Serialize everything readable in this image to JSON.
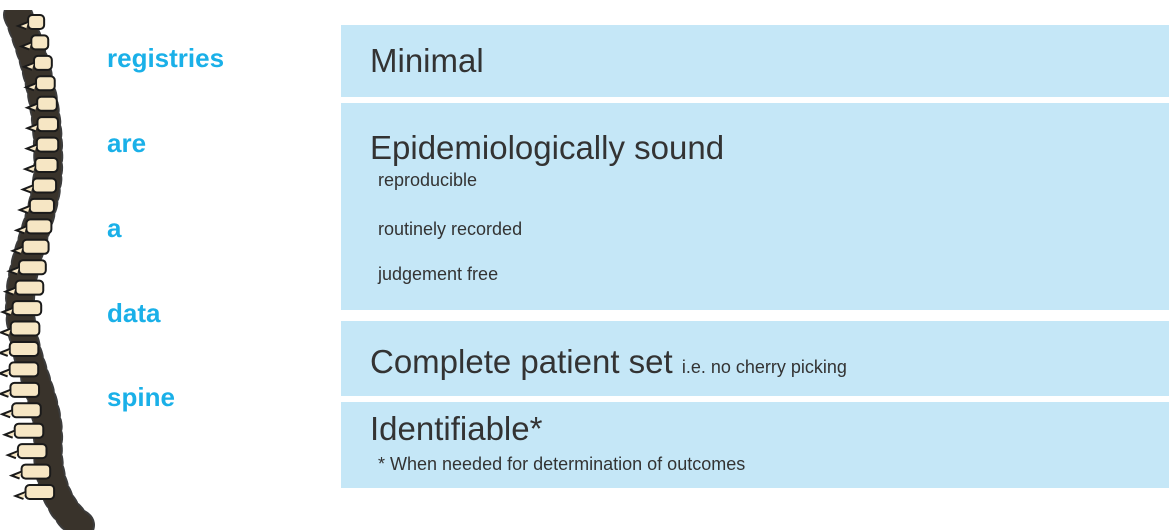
{
  "left_words": [
    "registries",
    "are",
    "a",
    "data",
    "spine"
  ],
  "boxes": [
    {
      "title": "Minimal"
    },
    {
      "title": "Epidemiologically sound",
      "items": [
        "reproducible",
        "routinely recorded",
        "judgement free"
      ]
    },
    {
      "title": "Complete patient set",
      "note": "i.e. no cherry picking"
    },
    {
      "title": "Identifiable*",
      "footnote": "* When needed for determination of outcomes"
    }
  ],
  "colors": {
    "word": "#1ab0e8",
    "box_fill": "#c5e7f7",
    "box_text": "#333333",
    "bone": "#f6e6c4",
    "disc": "#e9c38c",
    "outline": "#1a1a1a"
  },
  "icon": "spine-illustration"
}
